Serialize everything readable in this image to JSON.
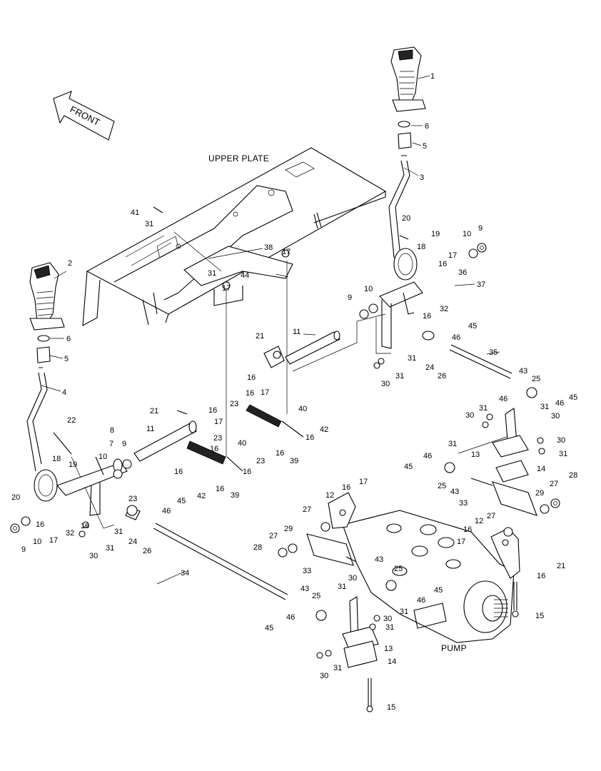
{
  "captions": {
    "front": "FRONT",
    "upper_plate": "UPPER PLATE",
    "pump": "PUMP"
  },
  "callouts": [
    {
      "id": "c1",
      "label": "1"
    },
    {
      "id": "c2",
      "label": "2"
    },
    {
      "id": "c3",
      "label": "3"
    },
    {
      "id": "c4",
      "label": "4"
    },
    {
      "id": "c5a",
      "label": "5"
    },
    {
      "id": "c5b",
      "label": "5"
    },
    {
      "id": "c6a",
      "label": "6"
    },
    {
      "id": "c6b",
      "label": "6"
    },
    {
      "id": "c7",
      "label": "7"
    },
    {
      "id": "c8",
      "label": "8"
    },
    {
      "id": "c9a",
      "label": "9"
    },
    {
      "id": "c9b",
      "label": "9"
    },
    {
      "id": "c9c",
      "label": "9"
    },
    {
      "id": "c9d",
      "label": "9"
    },
    {
      "id": "c10a",
      "label": "10"
    },
    {
      "id": "c10b",
      "label": "10"
    },
    {
      "id": "c10c",
      "label": "10"
    },
    {
      "id": "c10d",
      "label": "10"
    },
    {
      "id": "c11a",
      "label": "11"
    },
    {
      "id": "c11b",
      "label": "11"
    },
    {
      "id": "c12a",
      "label": "12"
    },
    {
      "id": "c12b",
      "label": "12"
    },
    {
      "id": "c13a",
      "label": "13"
    },
    {
      "id": "c13b",
      "label": "13"
    },
    {
      "id": "c14a",
      "label": "14"
    },
    {
      "id": "c14b",
      "label": "14"
    },
    {
      "id": "c15a",
      "label": "15"
    },
    {
      "id": "c15b",
      "label": "15"
    },
    {
      "id": "c16a",
      "label": "16"
    },
    {
      "id": "c16b",
      "label": "16"
    },
    {
      "id": "c16c",
      "label": "16"
    },
    {
      "id": "c16d",
      "label": "16"
    },
    {
      "id": "c16e",
      "label": "16"
    },
    {
      "id": "c16f",
      "label": "16"
    },
    {
      "id": "c16g",
      "label": "16"
    },
    {
      "id": "c16h",
      "label": "16"
    },
    {
      "id": "c16i",
      "label": "16"
    },
    {
      "id": "c16j",
      "label": "16"
    },
    {
      "id": "c16k",
      "label": "16"
    },
    {
      "id": "c16l",
      "label": "16"
    },
    {
      "id": "c16m",
      "label": "16"
    },
    {
      "id": "c16n",
      "label": "16"
    },
    {
      "id": "c16o",
      "label": "16"
    },
    {
      "id": "c16p",
      "label": "16"
    },
    {
      "id": "c17a",
      "label": "17"
    },
    {
      "id": "c17b",
      "label": "17"
    },
    {
      "id": "c17c",
      "label": "17"
    },
    {
      "id": "c17d",
      "label": "17"
    },
    {
      "id": "c17e",
      "label": "17"
    },
    {
      "id": "c17f",
      "label": "17"
    },
    {
      "id": "c17g",
      "label": "17"
    },
    {
      "id": "c17h",
      "label": "17"
    },
    {
      "id": "c18a",
      "label": "18"
    },
    {
      "id": "c18b",
      "label": "18"
    },
    {
      "id": "c19a",
      "label": "19"
    },
    {
      "id": "c19b",
      "label": "19"
    },
    {
      "id": "c20a",
      "label": "20"
    },
    {
      "id": "c20b",
      "label": "20"
    },
    {
      "id": "c21a",
      "label": "21"
    },
    {
      "id": "c21b",
      "label": "21"
    },
    {
      "id": "c21c",
      "label": "21"
    },
    {
      "id": "c22",
      "label": "22"
    },
    {
      "id": "c23a",
      "label": "23"
    },
    {
      "id": "c23b",
      "label": "23"
    },
    {
      "id": "c23c",
      "label": "23"
    },
    {
      "id": "c23d",
      "label": "23"
    },
    {
      "id": "c24a",
      "label": "24"
    },
    {
      "id": "c24b",
      "label": "24"
    },
    {
      "id": "c25a",
      "label": "25"
    },
    {
      "id": "c25b",
      "label": "25"
    },
    {
      "id": "c25c",
      "label": "25"
    },
    {
      "id": "c25d",
      "label": "25"
    },
    {
      "id": "c26a",
      "label": "26"
    },
    {
      "id": "c26b",
      "label": "26"
    },
    {
      "id": "c27a",
      "label": "27"
    },
    {
      "id": "c27b",
      "label": "27"
    },
    {
      "id": "c27c",
      "label": "27"
    },
    {
      "id": "c27d",
      "label": "27"
    },
    {
      "id": "c28a",
      "label": "28"
    },
    {
      "id": "c28b",
      "label": "28"
    },
    {
      "id": "c29a",
      "label": "29"
    },
    {
      "id": "c29b",
      "label": "29"
    },
    {
      "id": "c30a",
      "label": "30"
    },
    {
      "id": "c30b",
      "label": "30"
    },
    {
      "id": "c30c",
      "label": "30"
    },
    {
      "id": "c30d",
      "label": "30"
    },
    {
      "id": "c30e",
      "label": "30"
    },
    {
      "id": "c30f",
      "label": "30"
    },
    {
      "id": "c30g",
      "label": "30"
    },
    {
      "id": "c30h",
      "label": "30"
    },
    {
      "id": "c31a",
      "label": "31"
    },
    {
      "id": "c31b",
      "label": "31"
    },
    {
      "id": "c31c",
      "label": "31"
    },
    {
      "id": "c31d",
      "label": "31"
    },
    {
      "id": "c31e",
      "label": "31"
    },
    {
      "id": "c31f",
      "label": "31"
    },
    {
      "id": "c31g",
      "label": "31"
    },
    {
      "id": "c31h",
      "label": "31"
    },
    {
      "id": "c31i",
      "label": "31"
    },
    {
      "id": "c31j",
      "label": "31"
    },
    {
      "id": "c31k",
      "label": "31"
    },
    {
      "id": "c31l",
      "label": "31"
    },
    {
      "id": "c31m",
      "label": "31"
    },
    {
      "id": "c31n",
      "label": "31"
    },
    {
      "id": "c32a",
      "label": "32"
    },
    {
      "id": "c32b",
      "label": "32"
    },
    {
      "id": "c33a",
      "label": "33"
    },
    {
      "id": "c33b",
      "label": "33"
    },
    {
      "id": "c34",
      "label": "34"
    },
    {
      "id": "c35",
      "label": "35"
    },
    {
      "id": "c36",
      "label": "36"
    },
    {
      "id": "c37",
      "label": "37"
    },
    {
      "id": "c38",
      "label": "38"
    },
    {
      "id": "c39a",
      "label": "39"
    },
    {
      "id": "c39b",
      "label": "39"
    },
    {
      "id": "c40a",
      "label": "40"
    },
    {
      "id": "c40b",
      "label": "40"
    },
    {
      "id": "c41",
      "label": "41"
    },
    {
      "id": "c42a",
      "label": "42"
    },
    {
      "id": "c42b",
      "label": "42"
    },
    {
      "id": "c43a",
      "label": "43"
    },
    {
      "id": "c43b",
      "label": "43"
    },
    {
      "id": "c43c",
      "label": "43"
    },
    {
      "id": "c43d",
      "label": "43"
    },
    {
      "id": "c44",
      "label": "44"
    },
    {
      "id": "c45a",
      "label": "45"
    },
    {
      "id": "c45b",
      "label": "45"
    },
    {
      "id": "c45c",
      "label": "45"
    },
    {
      "id": "c45d",
      "label": "45"
    },
    {
      "id": "c45e",
      "label": "45"
    },
    {
      "id": "c45f",
      "label": "45"
    },
    {
      "id": "c46a",
      "label": "46"
    },
    {
      "id": "c46b",
      "label": "46"
    },
    {
      "id": "c46c",
      "label": "46"
    },
    {
      "id": "c46d",
      "label": "46"
    },
    {
      "id": "c46e",
      "label": "46"
    },
    {
      "id": "c46f",
      "label": "46"
    },
    {
      "id": "c46g",
      "label": "46"
    }
  ]
}
